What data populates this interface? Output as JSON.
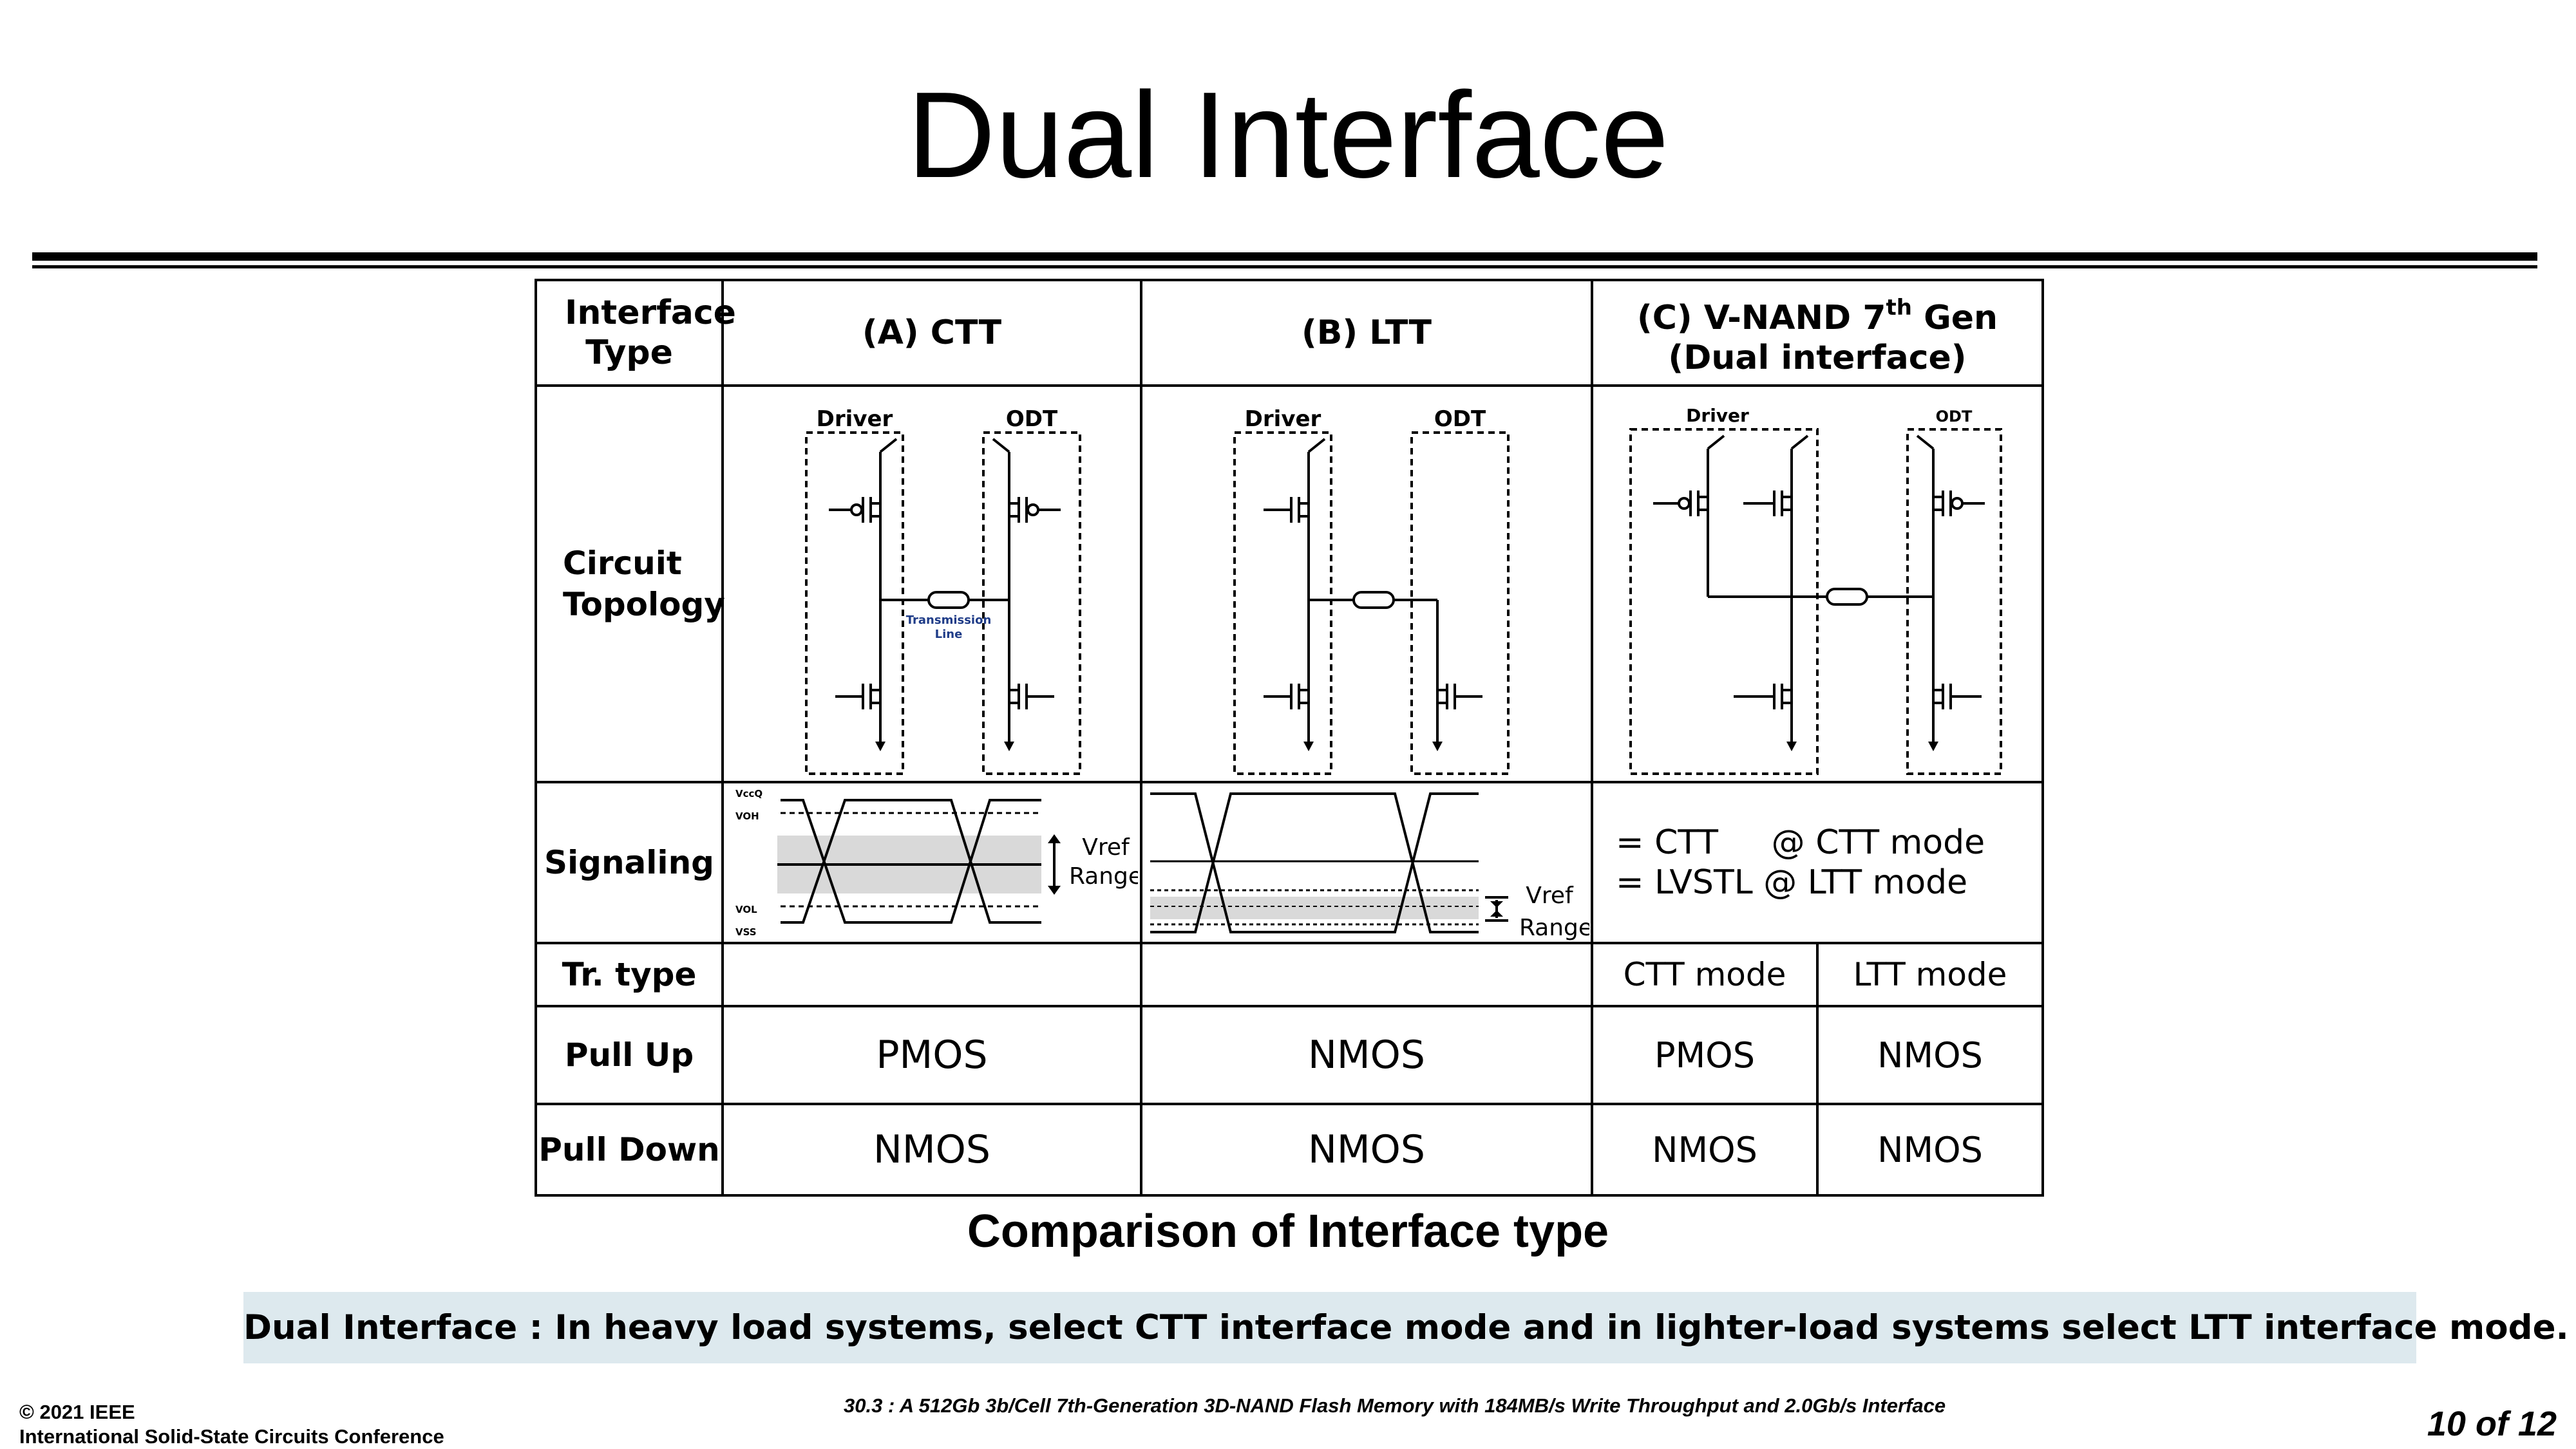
{
  "slide": {
    "title": "Dual Interface",
    "caption": "Comparison of Interface type",
    "summary": "Dual Interface : In heavy load systems, select CTT interface mode and in lighter-load systems select LTT interface mode."
  },
  "table": {
    "header": {
      "row_label": "Interface Type",
      "ctt": "(A) CTT",
      "ltt": "(B) LTT",
      "vnand_prefix": "(C) V-NAND 7",
      "vnand_sup": "th",
      "vnand_suffix": " Gen",
      "vnand_line2": "(Dual interface)"
    },
    "rows": {
      "circuit_line1": "Circuit",
      "circuit_line2": "Topology",
      "signaling": "Signaling",
      "tr_type": "Tr. type",
      "pull_up": "Pull Up",
      "pull_down": "Pull Down"
    },
    "circuit": {
      "driver": "Driver",
      "odt": "ODT",
      "tline1": "Transmission",
      "tline2": "Line"
    },
    "signaling": {
      "ctt_labels": {
        "vccq": "VccQ",
        "voh": "VOH",
        "vol": "VOL",
        "vss": "VSS"
      },
      "vref": "Vref",
      "range": "Range",
      "vnand_line1": "= CTT     @ CTT mode",
      "vnand_line2": "= LVSTL @ LTT mode"
    },
    "tr_modes": {
      "ctt_mode": "CTT mode",
      "ltt_mode": "LTT mode"
    },
    "pull_up": {
      "ctt": "PMOS",
      "ltt": "NMOS",
      "vnand_ctt": "PMOS",
      "vnand_ltt": "NMOS"
    },
    "pull_down": {
      "ctt": "NMOS",
      "ltt": "NMOS",
      "vnand_ctt": "NMOS",
      "vnand_ltt": "NMOS"
    }
  },
  "footer": {
    "copyright": "© 2021 IEEE",
    "conference": "International Solid-State Circuits Conference",
    "paper": "30.3 : A 512Gb 3b/Cell 7th-Generation 3D-NAND Flash Memory with 184MB/s Write Throughput and 2.0Gb/s Interface",
    "page": "10 of 12"
  }
}
